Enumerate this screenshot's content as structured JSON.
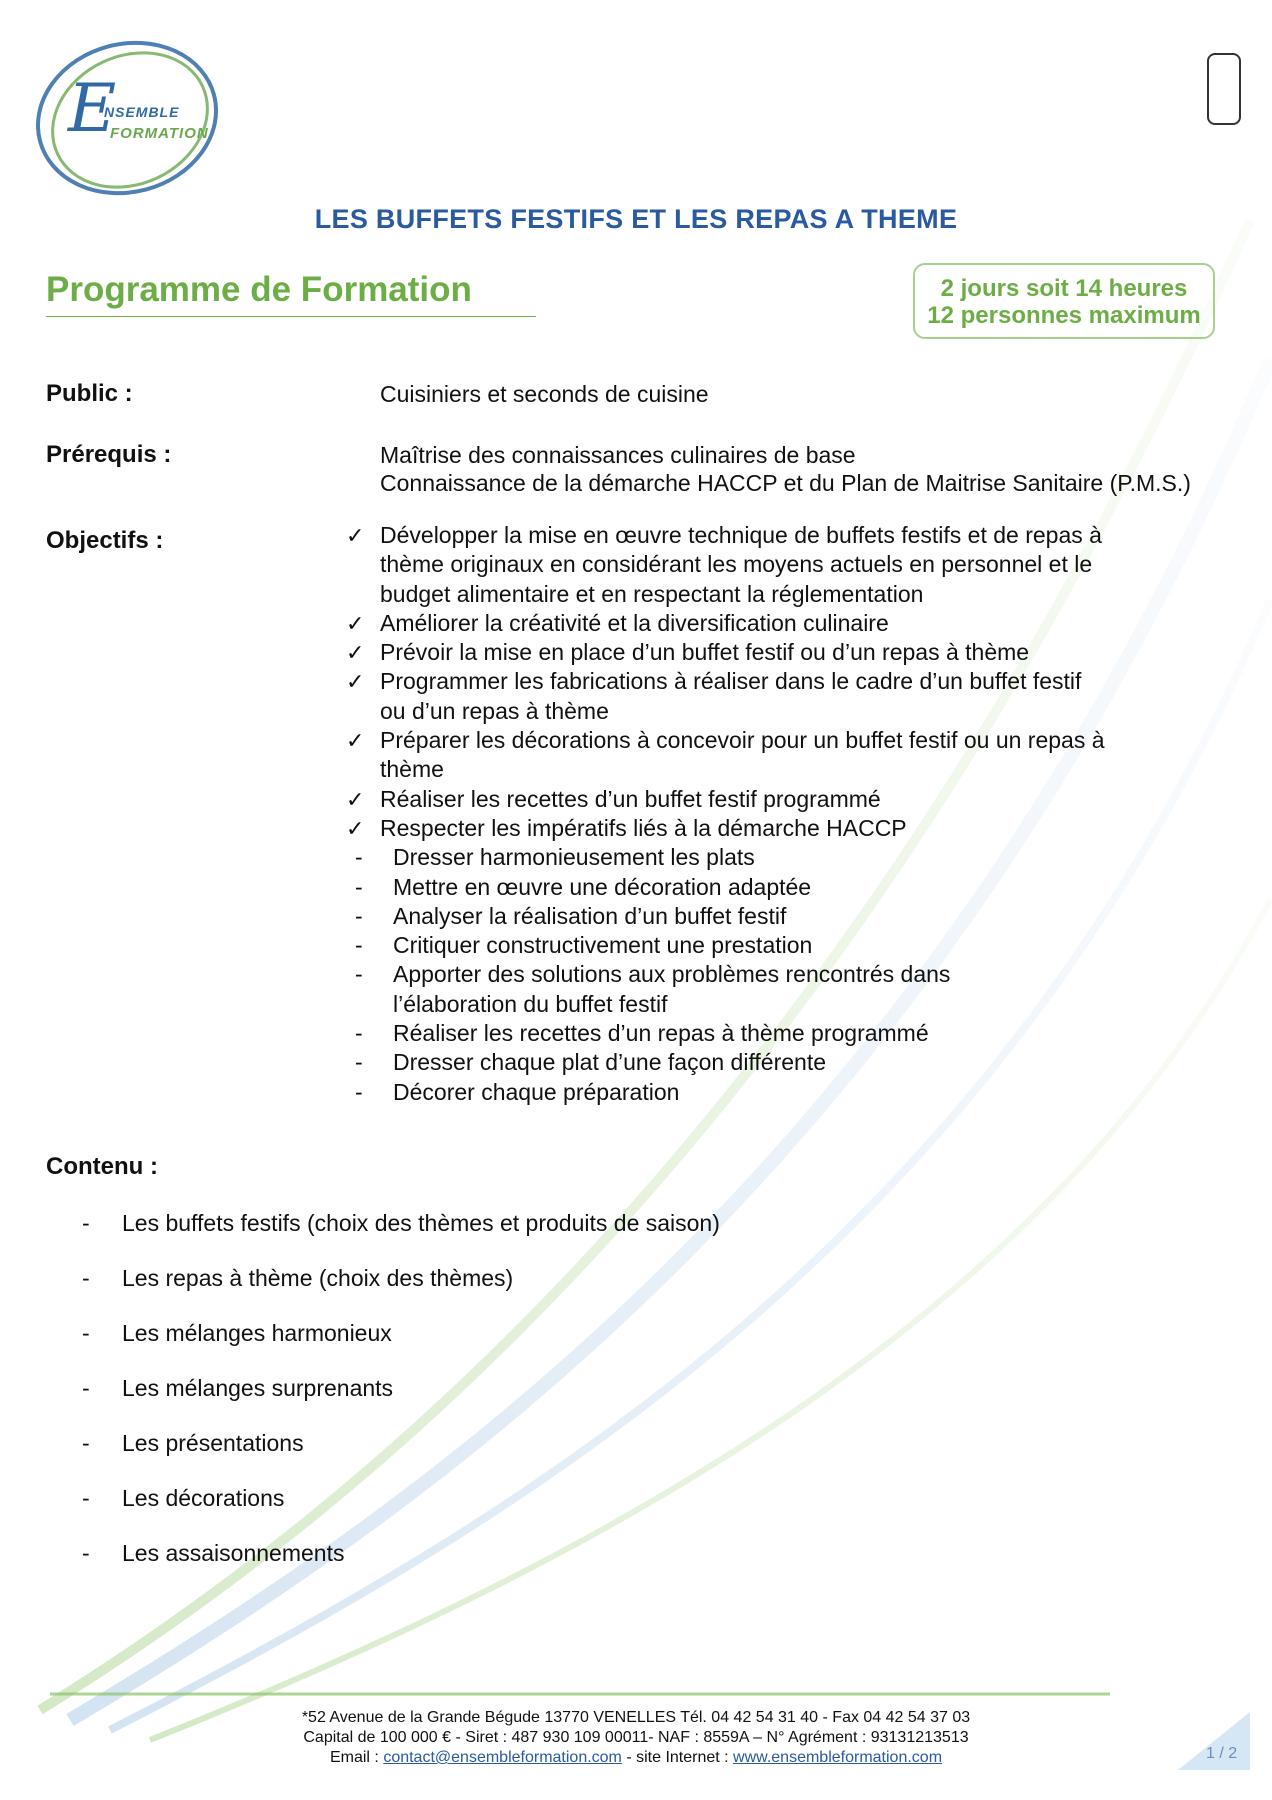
{
  "logo": {
    "line1": "NSEMBLE",
    "line2": "FORMATION",
    "initial": "E"
  },
  "title": "LES BUFFETS FESTIFS ET LES REPAS A THEME",
  "programme_title": "Programme de Formation",
  "badge": {
    "line1": "2 jours soit 14 heures",
    "line2": "12 personnes maximum"
  },
  "public": {
    "label": "Public :",
    "value": "Cuisiniers et seconds de cuisine"
  },
  "prerequis": {
    "label": "Prérequis :",
    "lines": [
      "Maîtrise des connaissances culinaires de base",
      "Connaissance de la démarche HACCP et du Plan de Maitrise Sanitaire (P.M.S.)"
    ]
  },
  "objectifs": {
    "label": "Objectifs :",
    "check_glyph": "✓",
    "dash_glyph": "-",
    "items": [
      "Développer la mise en œuvre technique de buffets festifs et de repas à thème originaux en considérant les moyens actuels en personnel et le budget alimentaire et en respectant la réglementation",
      "Améliorer la créativité et la diversification culinaire",
      "Prévoir la mise en place d’un buffet festif ou d’un repas à thème",
      "Programmer les fabrications à réaliser dans le cadre d’un buffet festif ou d’un repas à thème",
      "Préparer les décorations à concevoir pour un buffet festif ou un repas à thème",
      "Réaliser les recettes d’un buffet festif programmé",
      "Respecter les impératifs liés à la démarche HACCP"
    ],
    "sub_items": [
      "Dresser harmonieusement les plats",
      "Mettre en œuvre une décoration adaptée",
      "Analyser la réalisation d’un buffet festif",
      "Critiquer constructivement une prestation",
      "Apporter des solutions aux problèmes rencontrés dans l’élaboration du buffet festif",
      "Réaliser les recettes d’un repas à thème programmé",
      "Dresser chaque plat d’une façon différente",
      "Décorer chaque préparation"
    ]
  },
  "contenu": {
    "label": "Contenu :",
    "items": [
      "Les buffets festifs (choix des thèmes et produits de saison)",
      "Les repas à thème (choix des thèmes)",
      "Les mélanges harmonieux",
      "Les mélanges surprenants",
      "Les présentations",
      "Les décorations",
      "Les assaisonnements"
    ]
  },
  "footer": {
    "line1": "*52 Avenue de la Grande Bégude 13770 VENELLES Tél. 04 42 54 31 40 -  Fax 04 42 54 37 03",
    "line2": "Capital de 100 000 € - Siret : 487 930 109 00011- NAF : 8559A – N° Agrément : 93131213513",
    "email_label": "Email : ",
    "email": "contact@ensembleformation.com",
    "site_label": " - site Internet : ",
    "site": "www.ensembleformation.com"
  },
  "page_number": "1 / 2",
  "colors": {
    "title_blue": "#2a5aa0",
    "green": "#6cae45",
    "badge_border": "#a8d08d"
  }
}
